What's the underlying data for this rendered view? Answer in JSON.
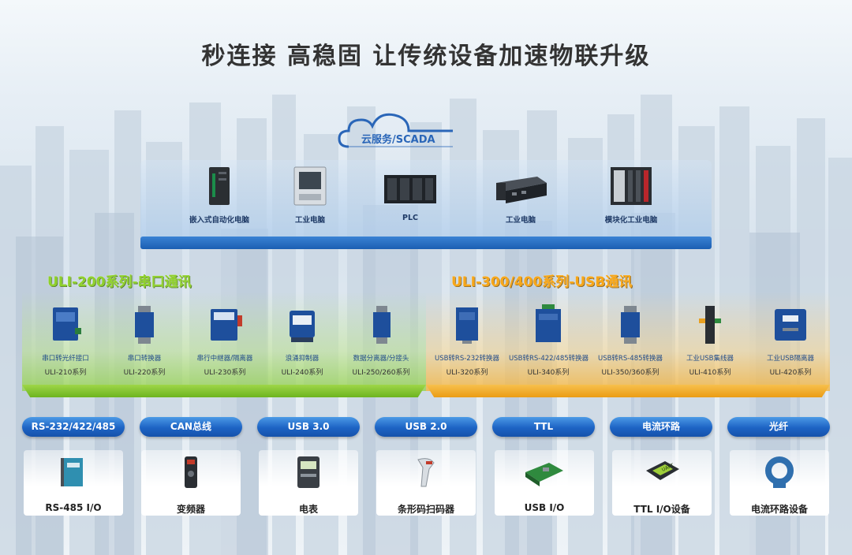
{
  "title": "秒连接 高稳固 让传统设备加速物联升级",
  "cloud": {
    "label": "云服务/SCADA"
  },
  "top_devices": [
    {
      "label": "嵌入式自动化电脑",
      "icon": "embedded-pc-icon"
    },
    {
      "label": "工业电脑",
      "icon": "industrial-pc-icon"
    },
    {
      "label": "PLC",
      "icon": "plc-icon"
    },
    {
      "label": "工业电脑",
      "icon": "box-pc-icon"
    },
    {
      "label": "模块化工业电脑",
      "icon": "modular-pc-icon"
    }
  ],
  "series_200": {
    "label": "ULI-200系列-串口通讯",
    "color": "#8ed02a",
    "products": [
      {
        "name": "串口转光纤接口",
        "model": "ULI-210系列"
      },
      {
        "name": "串口转换器",
        "model": "ULI-220系列"
      },
      {
        "name": "串行中继器/隔离器",
        "model": "ULI-230系列"
      },
      {
        "name": "浪涌抑制器",
        "model": "ULI-240系列"
      },
      {
        "name": "数据分离器/分接头",
        "model": "ULI-250/260系列"
      }
    ]
  },
  "series_300": {
    "label": "ULI-300/400系列-USB通讯",
    "color": "#f7a617",
    "products": [
      {
        "name": "USB转RS-232转换器",
        "model": "ULI-320系列"
      },
      {
        "name": "USB转RS-422/485转换器",
        "model": "ULI-340系列"
      },
      {
        "name": "USB转RS-485转换器",
        "model": "ULI-350/360系列"
      },
      {
        "name": "工业USB集线器",
        "model": "ULI-410系列"
      },
      {
        "name": "工业USB隔离器",
        "model": "ULI-420系列"
      }
    ]
  },
  "interfaces": [
    {
      "button": "RS-232/422/485",
      "device": "RS-485 I/O",
      "icon": "io-module-icon"
    },
    {
      "button": "CAN总线",
      "device": "变频器",
      "icon": "inverter-icon"
    },
    {
      "button": "USB 3.0",
      "device": "电表",
      "icon": "meter-icon"
    },
    {
      "button": "USB 2.0",
      "device": "条形码扫码器",
      "icon": "barcode-scanner-icon"
    },
    {
      "button": "TTL",
      "device": "USB I/O",
      "icon": "usb-io-board-icon"
    },
    {
      "button": "电流环路",
      "device": "TTL I/O设备",
      "icon": "uart-chip-icon"
    },
    {
      "button": "光纤",
      "device": "电流环路设备",
      "icon": "current-sensor-icon"
    }
  ],
  "colors": {
    "accent_blue": "#1d63c4",
    "green": "#6db41f",
    "orange": "#eb9c14",
    "title": "#333333"
  }
}
